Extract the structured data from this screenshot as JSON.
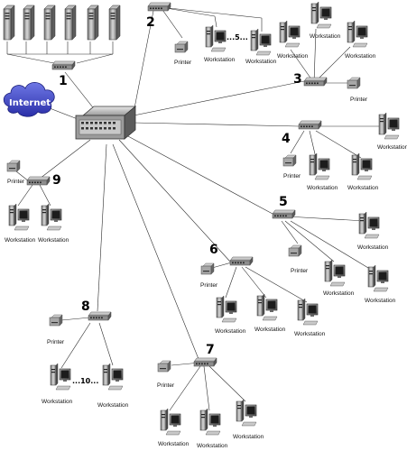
{
  "internet_label": "Internet",
  "workstation_label": "Workstation",
  "printer_label": "Printer",
  "icon_names": [
    "server-icon",
    "hub-icon",
    "switch-icon",
    "workstation-icon",
    "printer-icon",
    "cloud-icon"
  ],
  "segments": [
    {
      "id": "1",
      "number": "1"
    },
    {
      "id": "2",
      "number": "2",
      "range_text": "...5..."
    },
    {
      "id": "3",
      "number": "3"
    },
    {
      "id": "4",
      "number": "4"
    },
    {
      "id": "5",
      "number": "5"
    },
    {
      "id": "6",
      "number": "6"
    },
    {
      "id": "7",
      "number": "7"
    },
    {
      "id": "8",
      "number": "8",
      "range_text": "...10..."
    },
    {
      "id": "9",
      "number": "9"
    }
  ]
}
